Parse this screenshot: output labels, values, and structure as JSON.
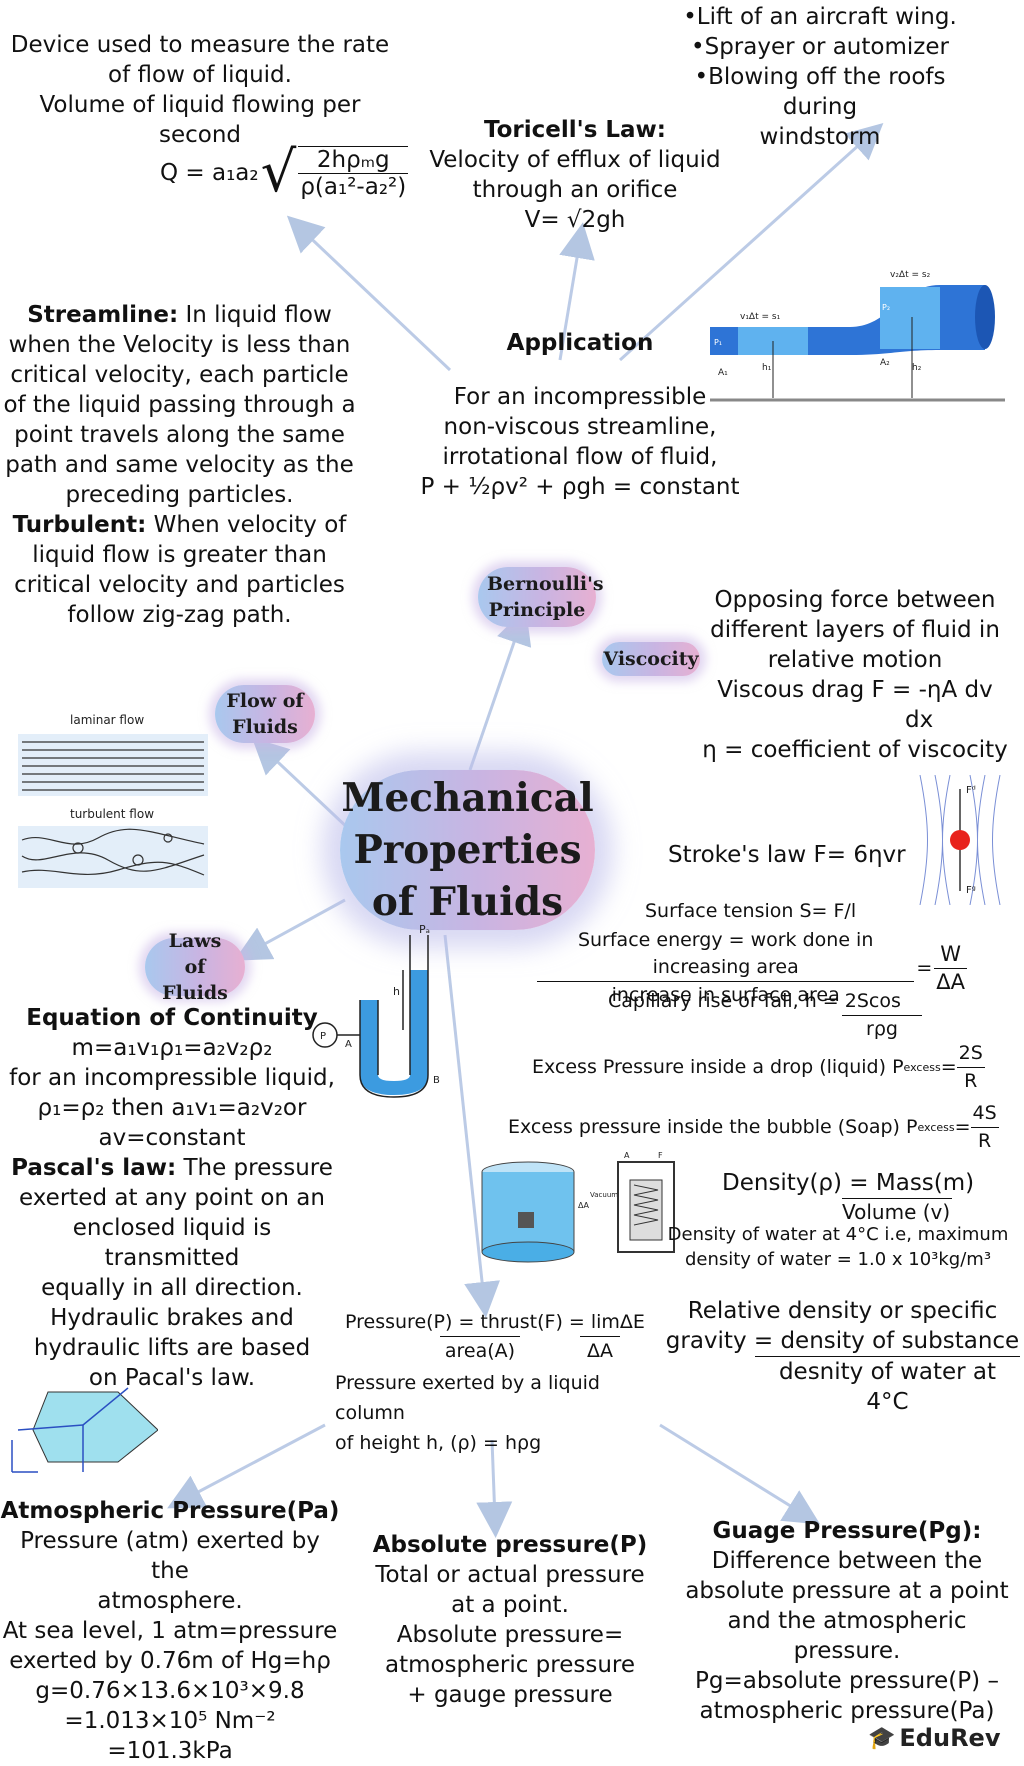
{
  "title": "Mechanical Properties of Fluids",
  "clouds": {
    "flow": "Flow of Fluids",
    "bernoulli": "Bernoulli's Principle",
    "viscocity": "Viscocity",
    "laws": "Laws of Fluids"
  },
  "venturimeter": {
    "l1": "Device used to measure the rate",
    "l2": "of flow of liquid.",
    "l3": "Volume of liquid flowing per",
    "l4": "second",
    "q_lhs": "Q = a₁a₂",
    "q_num": "2hρₘg",
    "q_den": "ρ(a₁²-a₂²)"
  },
  "applications": {
    "l1": "•Lift of an aircraft wing.",
    "l2": "•Sprayer or automizer",
    "l3": "•Blowing off the roofs during",
    "l4": "windstorm"
  },
  "torricelli": {
    "head": "Toricell's Law:",
    "l1": "Velocity of efflux of liquid",
    "l2": "through an orifice",
    "l3": "V= √2gh"
  },
  "streamline": {
    "h1": "Streamline:",
    "t1a": " In liquid flow",
    "t1b": "when the Velocity is less than",
    "t1c": "critical velocity, each particle",
    "t1d": "of the liquid passing through a",
    "t1e": "point travels along the same",
    "t1f": "path and same velocity as the",
    "t1g": "preceding particles.",
    "h2": "Turbulent:",
    "t2a": " When velocity of",
    "t2b": "liquid flow is greater than",
    "t2c": "critical velocity and particles",
    "t2d": "follow zig-zag path."
  },
  "bernoulli_text": {
    "head": "Application",
    "l1": "For an incompressible",
    "l2": "non-viscous streamline,",
    "l3": "irrotational flow of fluid,",
    "l4": "P + ½ρv² + ρgh = constant"
  },
  "viscosity_text": {
    "l1": "Opposing force between",
    "l2": "different layers of fluid in",
    "l3": "relative motion",
    "l4": "Viscous drag F = -ηA dv",
    "l5": "dx",
    "l6": "η = coefficient of viscocity"
  },
  "flow_diagram": {
    "laminar": "laminar flow",
    "turbulent": "turbulent flow"
  },
  "pipe_labels": {
    "v1": "v₁Δt = s₁",
    "v2": "v₂Δt = s₂",
    "a1": "A₁",
    "a2": "A₂",
    "h1": "h₁",
    "h2": "h₂",
    "p1": "P₁",
    "p2": "P₂"
  },
  "stokes": "Stroke's law F= 6ηvr",
  "stokes_labels": {
    "fd": "Fᵈ",
    "fg": "Fᵍ"
  },
  "surface": {
    "s1": "Surface tension S= F/l",
    "s2a": "Surface energy = work done in increasing area",
    "s2b": "increase in surface area",
    "s2c_num": "W",
    "s2c_den": "ΔA",
    "s3a": "Capillary rise or fall, h = 2Scos",
    "s3b": "rρg",
    "s4a": "Excess Pressure inside a drop (liquid) P",
    "s4sub": "excess",
    "s4num": "2S",
    "s4den": "R",
    "s5a": "Excess pressure inside the bubble (Soap) P",
    "s5sub": "excess",
    "s5num": "4S",
    "s5den": "R"
  },
  "density": {
    "l1": "Density(ρ) = Mass(m)",
    "l2": "Volume (v)",
    "l3": "Density of water at 4°C i.e, maximum",
    "l4": "density of water = 1.0 x 10³kg/m³"
  },
  "relative_density": {
    "l1": "Relative density or specific",
    "l2": "gravity = density of substance",
    "l3": "desnity of water at 4°C"
  },
  "manometer": {
    "pa": "Pₐ",
    "h": "h",
    "p": "P",
    "a": "A",
    "b": "B"
  },
  "vacuum": {
    "label": "Vacuum",
    "a": "A",
    "f": "F"
  },
  "continuity": {
    "head": "Equation of Continuity",
    "l1": "m=a₁v₁ρ₁=a₂v₂ρ₂",
    "l2": "for an incompressible liquid,",
    "l3": "ρ₁=ρ₂ then a₁v₁=a₂v₂or",
    "l4": "av=constant",
    "h2": "Pascal's law:",
    "l5": " The pressure",
    "l6": "exerted at any point on an",
    "l7": "enclosed liquid is transmitted",
    "l8": "equally in all direction.",
    "l9": "Hydraulic brakes and",
    "l10": "hydraulic lifts are based",
    "l11": "on Pacal's law."
  },
  "pressure": {
    "l1a": "Pressure(P) = thrust(F) = limΔE",
    "l1b": "area(A)",
    "l1c": "ΔA",
    "l2": "Pressure exerted by a liquid column",
    "l3": "of height h, (ρ) = hρg"
  },
  "atmospheric": {
    "head": "Atmospheric Pressure(Pa)",
    "l1": "Pressure (atm) exerted by the",
    "l2": "atmosphere.",
    "l3": "At sea level, 1 atm=pressure",
    "l4": "exerted by 0.76m of Hg=hρ",
    "l5": "g=0.76×13.6×10³×9.8",
    "l6": "=1.013×10⁵ Nm⁻² =101.3kPa"
  },
  "absolute": {
    "head": "Absolute pressure(P)",
    "l1": "Total or actual pressure",
    "l2": "at a point.",
    "l3": "Absolute pressure=",
    "l4": "atmospheric pressure",
    "l5": "+ gauge pressure"
  },
  "gauge": {
    "head": "Guage Pressure(Pg):",
    "l1": "Difference between the",
    "l2": "absolute pressure at a point",
    "l3": "and the atmospheric pressure.",
    "l4": "Pg=absolute pressure(P) –",
    "l5": "atmospheric pressure(Pa)"
  },
  "brand": "EduRev",
  "colors": {
    "arrow": "#b4c6e2",
    "water": "#3c9be0",
    "pipe_dark": "#1f5fc2"
  }
}
